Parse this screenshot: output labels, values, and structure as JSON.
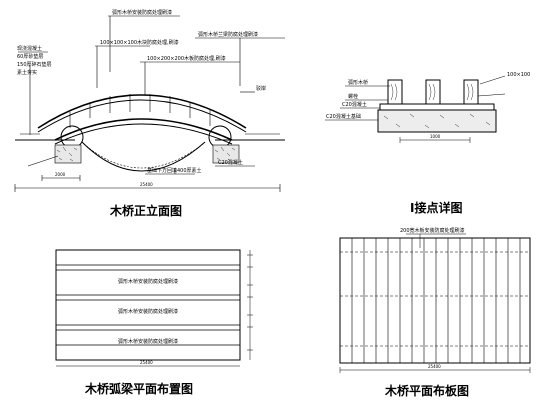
{
  "elevation": {
    "title": "木桥正立面图",
    "labels": {
      "deck_top": "弧形木桥安装防腐处理刷漆",
      "handrail": "100×100×100木块防腐处理,刷漆",
      "deck_mid": "弧形木桥兰梁防腐处理刷漆",
      "beam": "100×200×200木板防腐处理,刷漆",
      "edge": "驳岸",
      "left1": "现浇混凝土",
      "left2": "60厚砂垫层",
      "left3": "150厚碎石垫层",
      "left4": "素土夯实",
      "found": "基础下方回填400厚素土",
      "c20": "C20混凝土",
      "dim_left": "2000",
      "dim_total": "25400"
    }
  },
  "joint": {
    "title": "I接点详图",
    "labels": {
      "a": "弧形木桥",
      "b": "螺栓",
      "c": "100×100",
      "d": "C20混凝土",
      "e": "C20混凝土基础",
      "dim": "1000"
    }
  },
  "beam_plan": {
    "title": "木桥弧梁平面布置图",
    "labels": {
      "r1": "弧形木桥安装防腐处理刷漆",
      "r2": "弧形木桥安装防腐处理刷漆",
      "r3": "弧形木桥安装防腐处理刷漆",
      "dim": "25400"
    }
  },
  "deck_plan": {
    "title": "木桥平面布板图",
    "labels": {
      "note": "200宽木板安装防腐处理刷漆",
      "dim": "25400"
    }
  }
}
